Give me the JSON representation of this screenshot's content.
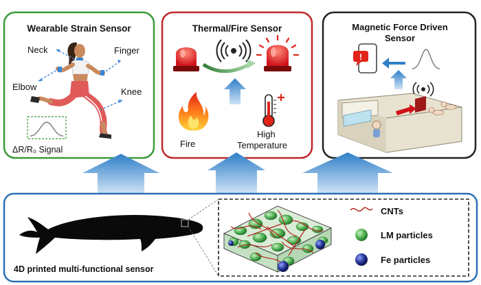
{
  "panels": {
    "strain": {
      "title": "Wearable Strain Sensor",
      "labels": {
        "neck": "Neck",
        "finger": "Finger",
        "elbow": "Elbow",
        "knee": "Knee"
      },
      "signal": "ΔR/R₀ Signal"
    },
    "thermal": {
      "title": "Thermal/Fire Sensor",
      "fire": "Fire",
      "high": "High",
      "temperature": "Temperature"
    },
    "magnetic": {
      "title_line1": "Magnetic Force Driven",
      "title_line2": "Sensor"
    }
  },
  "bottom": {
    "title": "4D printed multi-functional sensor",
    "legend": {
      "cnts": "CNTs",
      "lm": "LM particles",
      "fe": "Fe particles"
    }
  },
  "colors": {
    "strain_border": "#3a9a3a",
    "thermal_border": "#c0282a",
    "magnetic_border": "#222222",
    "bottom_border": "#2a6fb5",
    "arrow_blue": "#2f7fc8",
    "lm_green": "#4caf50",
    "fe_blue": "#1f2f8f",
    "cnt_red": "#b3261e"
  },
  "icons": [
    "runner-figure",
    "siren-icon",
    "wireless-signal-icon",
    "fire-icon",
    "thermometer-icon",
    "phone-alert-icon",
    "magnetic-maze-icon",
    "fish-robot-silhouette"
  ]
}
